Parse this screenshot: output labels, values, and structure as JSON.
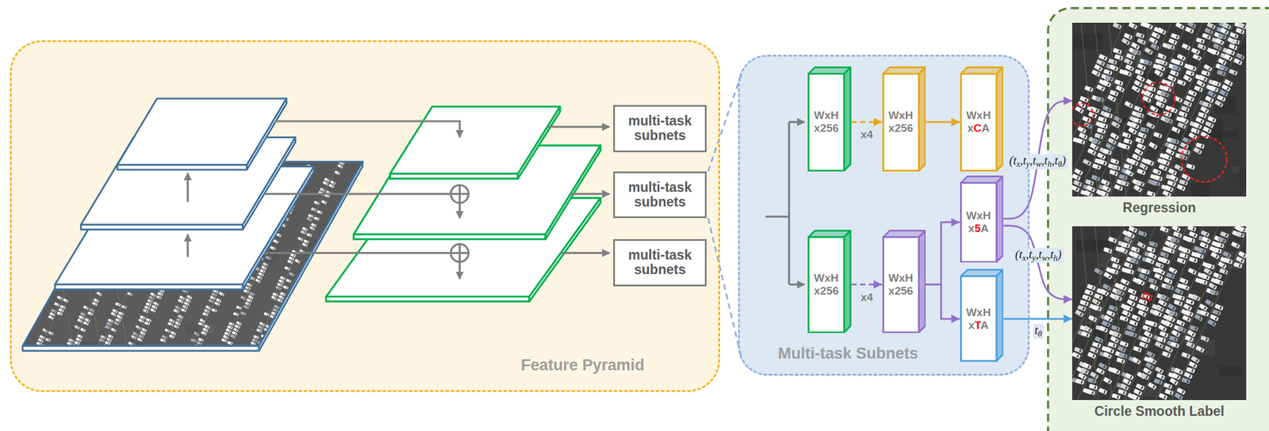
{
  "diagram": {
    "nodes": [
      {
        "text": [
          "Feature Pyramid"
        ]
      },
      {
        "text": [
          "multi-task subnets"
        ],
        "in": 0
      },
      {
        "text": [
          "multi-task subnets"
        ],
        "in": 0
      },
      {
        "text": [
          "multi-task subnets"
        ],
        "in": 0
      },
      {
        "text": [
          "Multi-task Subnets"
        ]
      },
      {
        "text": [
          "WxH x256"
        ],
        "in": 4
      },
      {
        "text": [
          "WxH x256"
        ],
        "in": 4
      },
      {
        "text": [
          "WxH xCA"
        ],
        "in": 4
      },
      {
        "text": [
          "WxH x256"
        ],
        "in": 4
      },
      {
        "text": [
          "WxH x256"
        ],
        "in": 4
      },
      {
        "text": [
          "WxH x5A"
        ],
        "in": 4
      },
      {
        "text": [
          "WxH xTA"
        ],
        "in": 4
      },
      {
        "text": [
          "Regression"
        ]
      },
      {
        "text": [
          "Circle Smooth Label"
        ]
      }
    ],
    "edges": [
      {
        "from": 5,
        "to": 6,
        "arrow": "to",
        "label": "x4"
      },
      {
        "from": 6,
        "to": 7,
        "arrow": "to"
      },
      {
        "from": 8,
        "to": 9,
        "arrow": "to",
        "label": "x4"
      },
      {
        "from": 9,
        "to": 10,
        "arrow": "to"
      },
      {
        "from": 9,
        "to": 11,
        "arrow": "to"
      },
      {
        "from": 10,
        "to": 12,
        "arrow": "to",
        "label": "(tx,ty,tw,th,tθ)"
      },
      {
        "from": 10,
        "to": 13,
        "arrow": "to",
        "label": "(tx,ty,tw,th)"
      },
      {
        "from": 11,
        "to": 13,
        "arrow": "to",
        "label": "tθ"
      }
    ]
  }
}
